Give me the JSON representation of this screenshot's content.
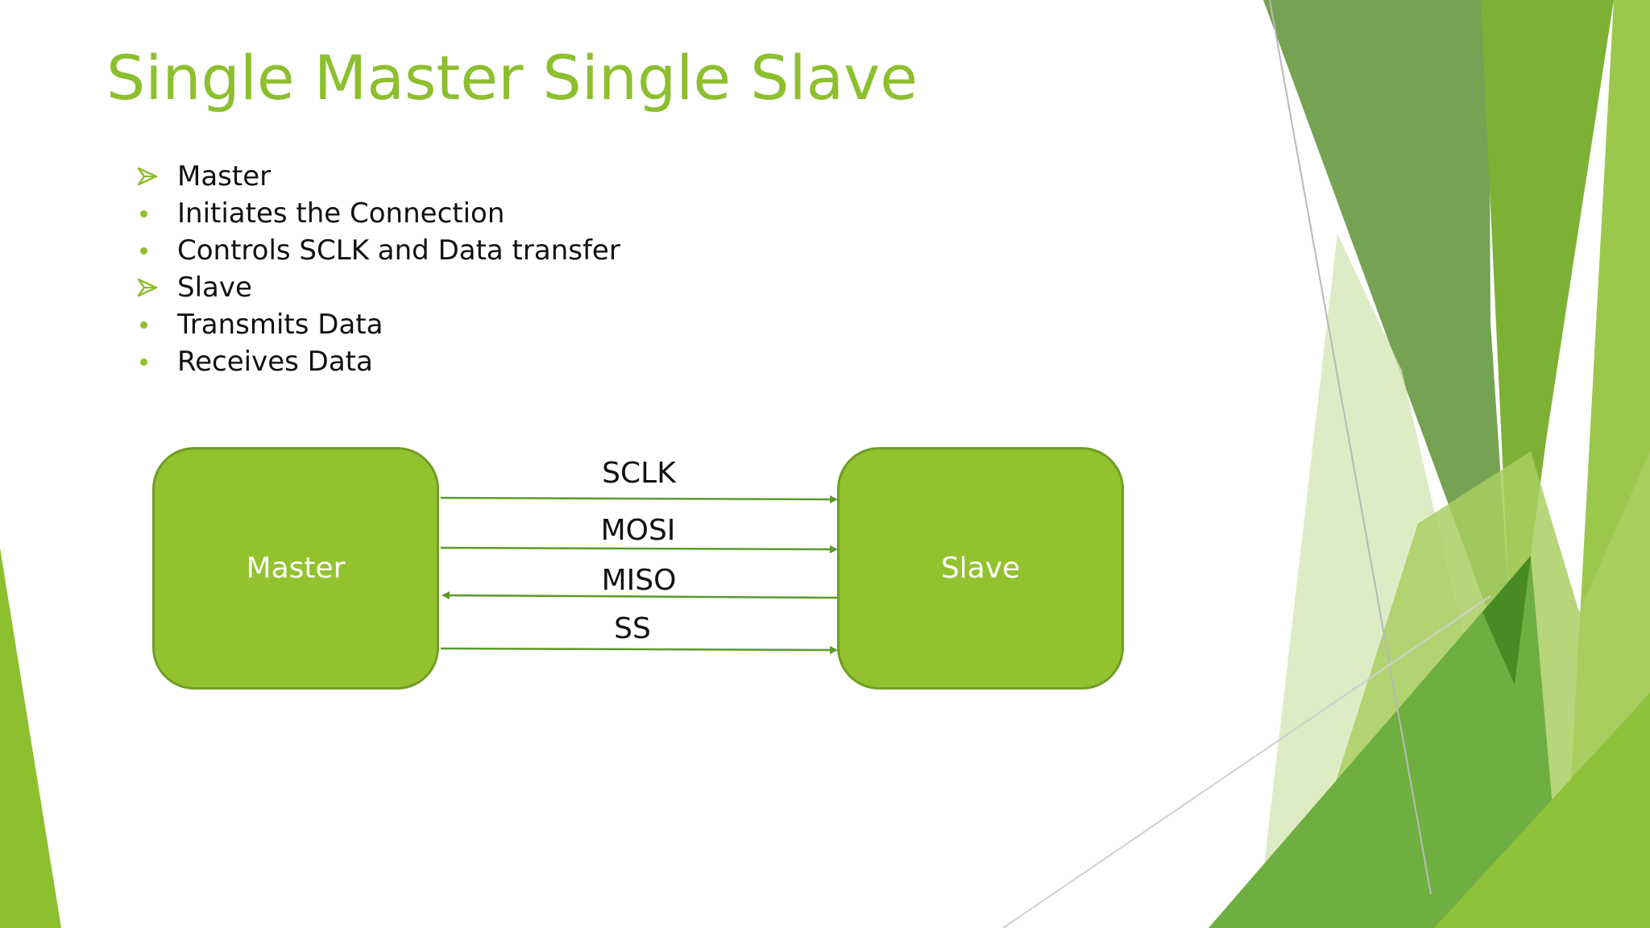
{
  "slide": {
    "title": "Single Master Single Slave",
    "bullets": [
      {
        "marker": "arrow-check-icon",
        "text": "Master"
      },
      {
        "marker": "dot",
        "text": "Initiates the Connection"
      },
      {
        "marker": "dot",
        "text": "Controls SCLK and Data transfer"
      },
      {
        "marker": "arrow-check-icon",
        "text": "Slave"
      },
      {
        "marker": "dot",
        "text": "Transmits Data"
      },
      {
        "marker": "dot",
        "text": "Receives Data"
      }
    ]
  },
  "diagram": {
    "nodes": {
      "master": "Master",
      "slave": "Slave"
    },
    "edges": [
      {
        "label": "SCLK",
        "direction": "master-to-slave"
      },
      {
        "label": "MOSI",
        "direction": "master-to-slave"
      },
      {
        "label": "MISO",
        "direction": "slave-to-master"
      },
      {
        "label": "SS",
        "direction": "master-to-slave"
      }
    ]
  },
  "colors": {
    "accent": "#8dbf2e",
    "box_fill": "#93c22f",
    "box_border": "#6f9e25",
    "arrow": "#5c9a2c",
    "text": "#111111"
  }
}
